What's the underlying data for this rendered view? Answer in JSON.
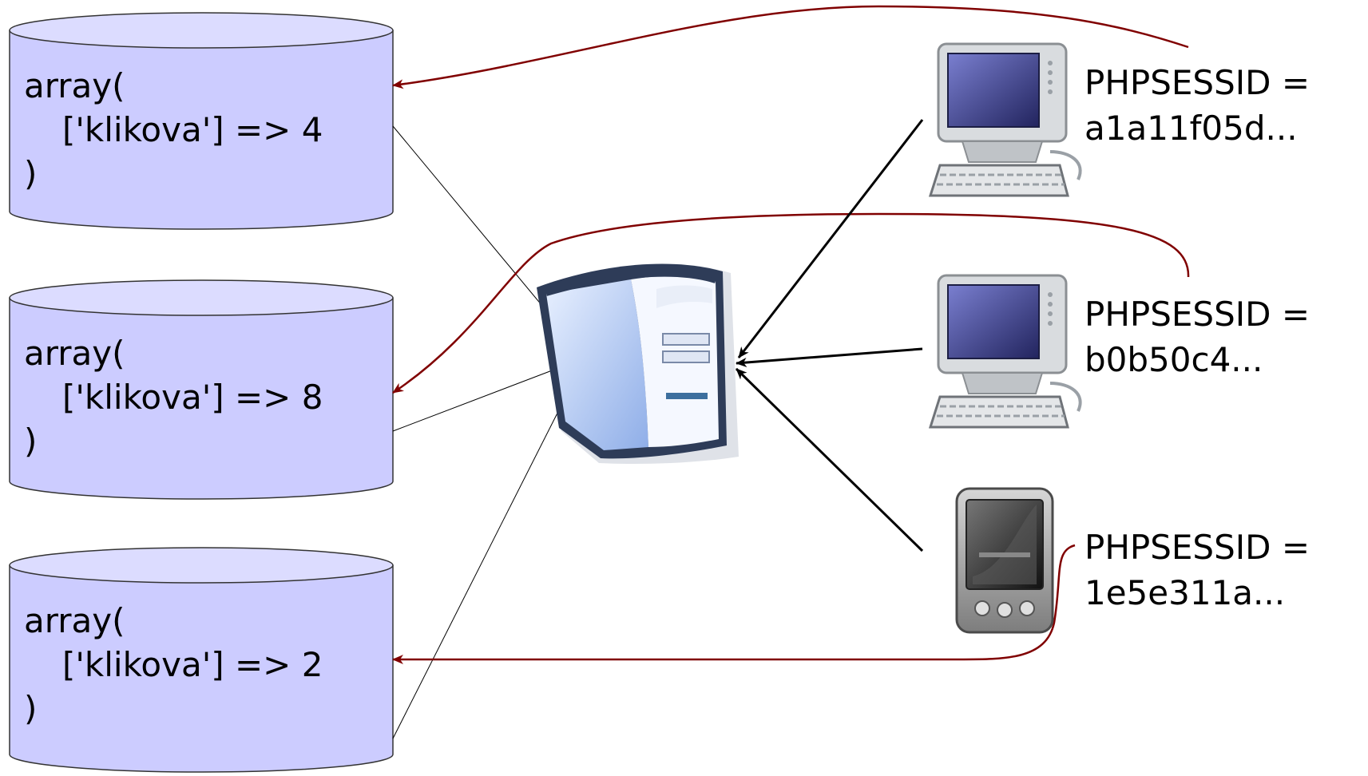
{
  "colors": {
    "cylinder_fill": "#ccccff",
    "cylinder_top": "#dcdcff",
    "link_red": "#800000",
    "link_black": "#000000"
  },
  "stores": [
    {
      "line1": "array(",
      "line2": "['klikova'] => 4",
      "line3": ")"
    },
    {
      "line1": "array(",
      "line2": "['klikova'] => 8",
      "line3": ")"
    },
    {
      "line1": "array(",
      "line2": "['klikova'] => 2",
      "line3": ")"
    }
  ],
  "clients": [
    {
      "type": "desktop-computer",
      "label1": "PHPSESSID =",
      "label2": "a1a11f05d..."
    },
    {
      "type": "desktop-computer",
      "label1": "PHPSESSID =",
      "label2": "b0b50c4..."
    },
    {
      "type": "pda",
      "label1": "PHPSESSID =",
      "label2": "1e5e311a..."
    }
  ],
  "server": {
    "icon": "server-icon"
  }
}
